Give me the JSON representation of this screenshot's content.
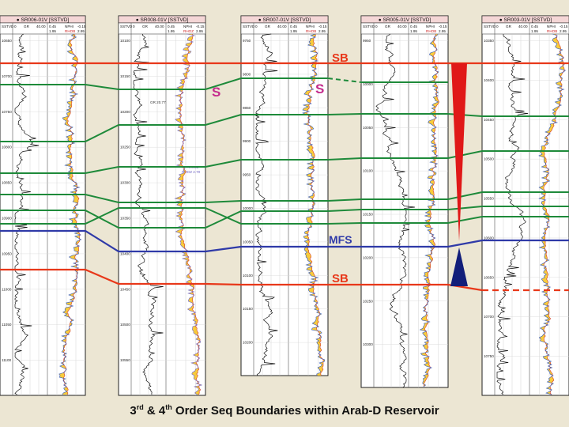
{
  "wells": [
    {
      "id": "w1",
      "name": "SR006-01V [SSTVD]",
      "h1": "SSTVD",
      "h2": "GR",
      "h3": "NPHI",
      "h3b": "RHOB",
      "h3n": "0.45",
      "h3x": "-0.15",
      "h3bn": "1.95",
      "h3bx": "2.95",
      "h2n": "0",
      "h2x": "40.00",
      "depths": [
        "10650",
        "10700",
        "10750",
        "10800",
        "10850",
        "10900",
        "10950",
        "11000",
        "11050",
        "11100"
      ]
    },
    {
      "id": "w2",
      "name": "SR008-01V [SSTVD]",
      "h1": "SSTVD",
      "h2": "GR",
      "h3": "NPHI",
      "h3b": "RHOZ",
      "h3n": "0.45",
      "h3x": "-0.15",
      "h3bn": "1.95",
      "h3bx": "2.95",
      "h2n": "0",
      "h2x": "40.00",
      "extra": [
        "GR 20.77",
        "NPHI 0.31",
        "RHOZ 2.70"
      ],
      "depths": [
        "10100",
        "10150",
        "10200",
        "10250",
        "10300",
        "10350",
        "10400",
        "10450",
        "10500",
        "10550"
      ]
    },
    {
      "id": "w3",
      "name": "SR007-01V [SSTVD]",
      "h1": "SSTVD",
      "h2": "GR",
      "h3": "NPHI",
      "h3b": "RHOB",
      "h3n": "0.45",
      "h3x": "-0.15",
      "h3bn": "1.95",
      "h3bx": "2.95",
      "h2n": "0",
      "h2x": "40.00",
      "depths": [
        "9750",
        "9800",
        "9850",
        "9900",
        "9950",
        "10000",
        "10050",
        "10100",
        "10150",
        "10200"
      ]
    },
    {
      "id": "w4",
      "name": "SR005-01V [SSTVD]",
      "h1": "SSTVD",
      "h2": "GR",
      "h3": "NPHI",
      "h3b": "RHOB",
      "h3n": "0.45",
      "h3x": "-0.15",
      "h3bn": "1.95",
      "h3bx": "2.95",
      "h2n": "0",
      "h2x": "40.00",
      "depths": [
        "9950",
        "10000",
        "10050",
        "10100",
        "10150",
        "10200",
        "10250",
        "10300"
      ]
    },
    {
      "id": "w5",
      "name": "SR003-01V [SSTVD]",
      "h1": "SSTVD",
      "h2": "GR",
      "h3": "NPHI",
      "h3b": "RHOB",
      "h3n": "0.45",
      "h3x": "-0.15",
      "h3bn": "1.95",
      "h3bx": "2.95",
      "h2n": "0",
      "h2x": "40.00",
      "depths": [
        "10350",
        "10400",
        "10450",
        "10500",
        "10550",
        "10600",
        "10650",
        "10700",
        "10750"
      ]
    }
  ],
  "labels": {
    "sb_top": "SB",
    "sb_bottom": "SB",
    "mfs": "MFS",
    "s1": "S",
    "s2": "S"
  },
  "caption": {
    "part1": "3",
    "sup1": "rd",
    "part2": " & 4",
    "sup2": "th",
    "part3": " Order Seq Boundaries within Arab-D Reservoir"
  },
  "colors": {
    "sb": "#e8381a",
    "mfs": "#2f3aa8",
    "seq": "#1e8a3a",
    "s_label": "#c42a8c",
    "red_triangle": "#e01818",
    "blue_triangle": "#121e7a",
    "fill": "#f7c31a"
  }
}
